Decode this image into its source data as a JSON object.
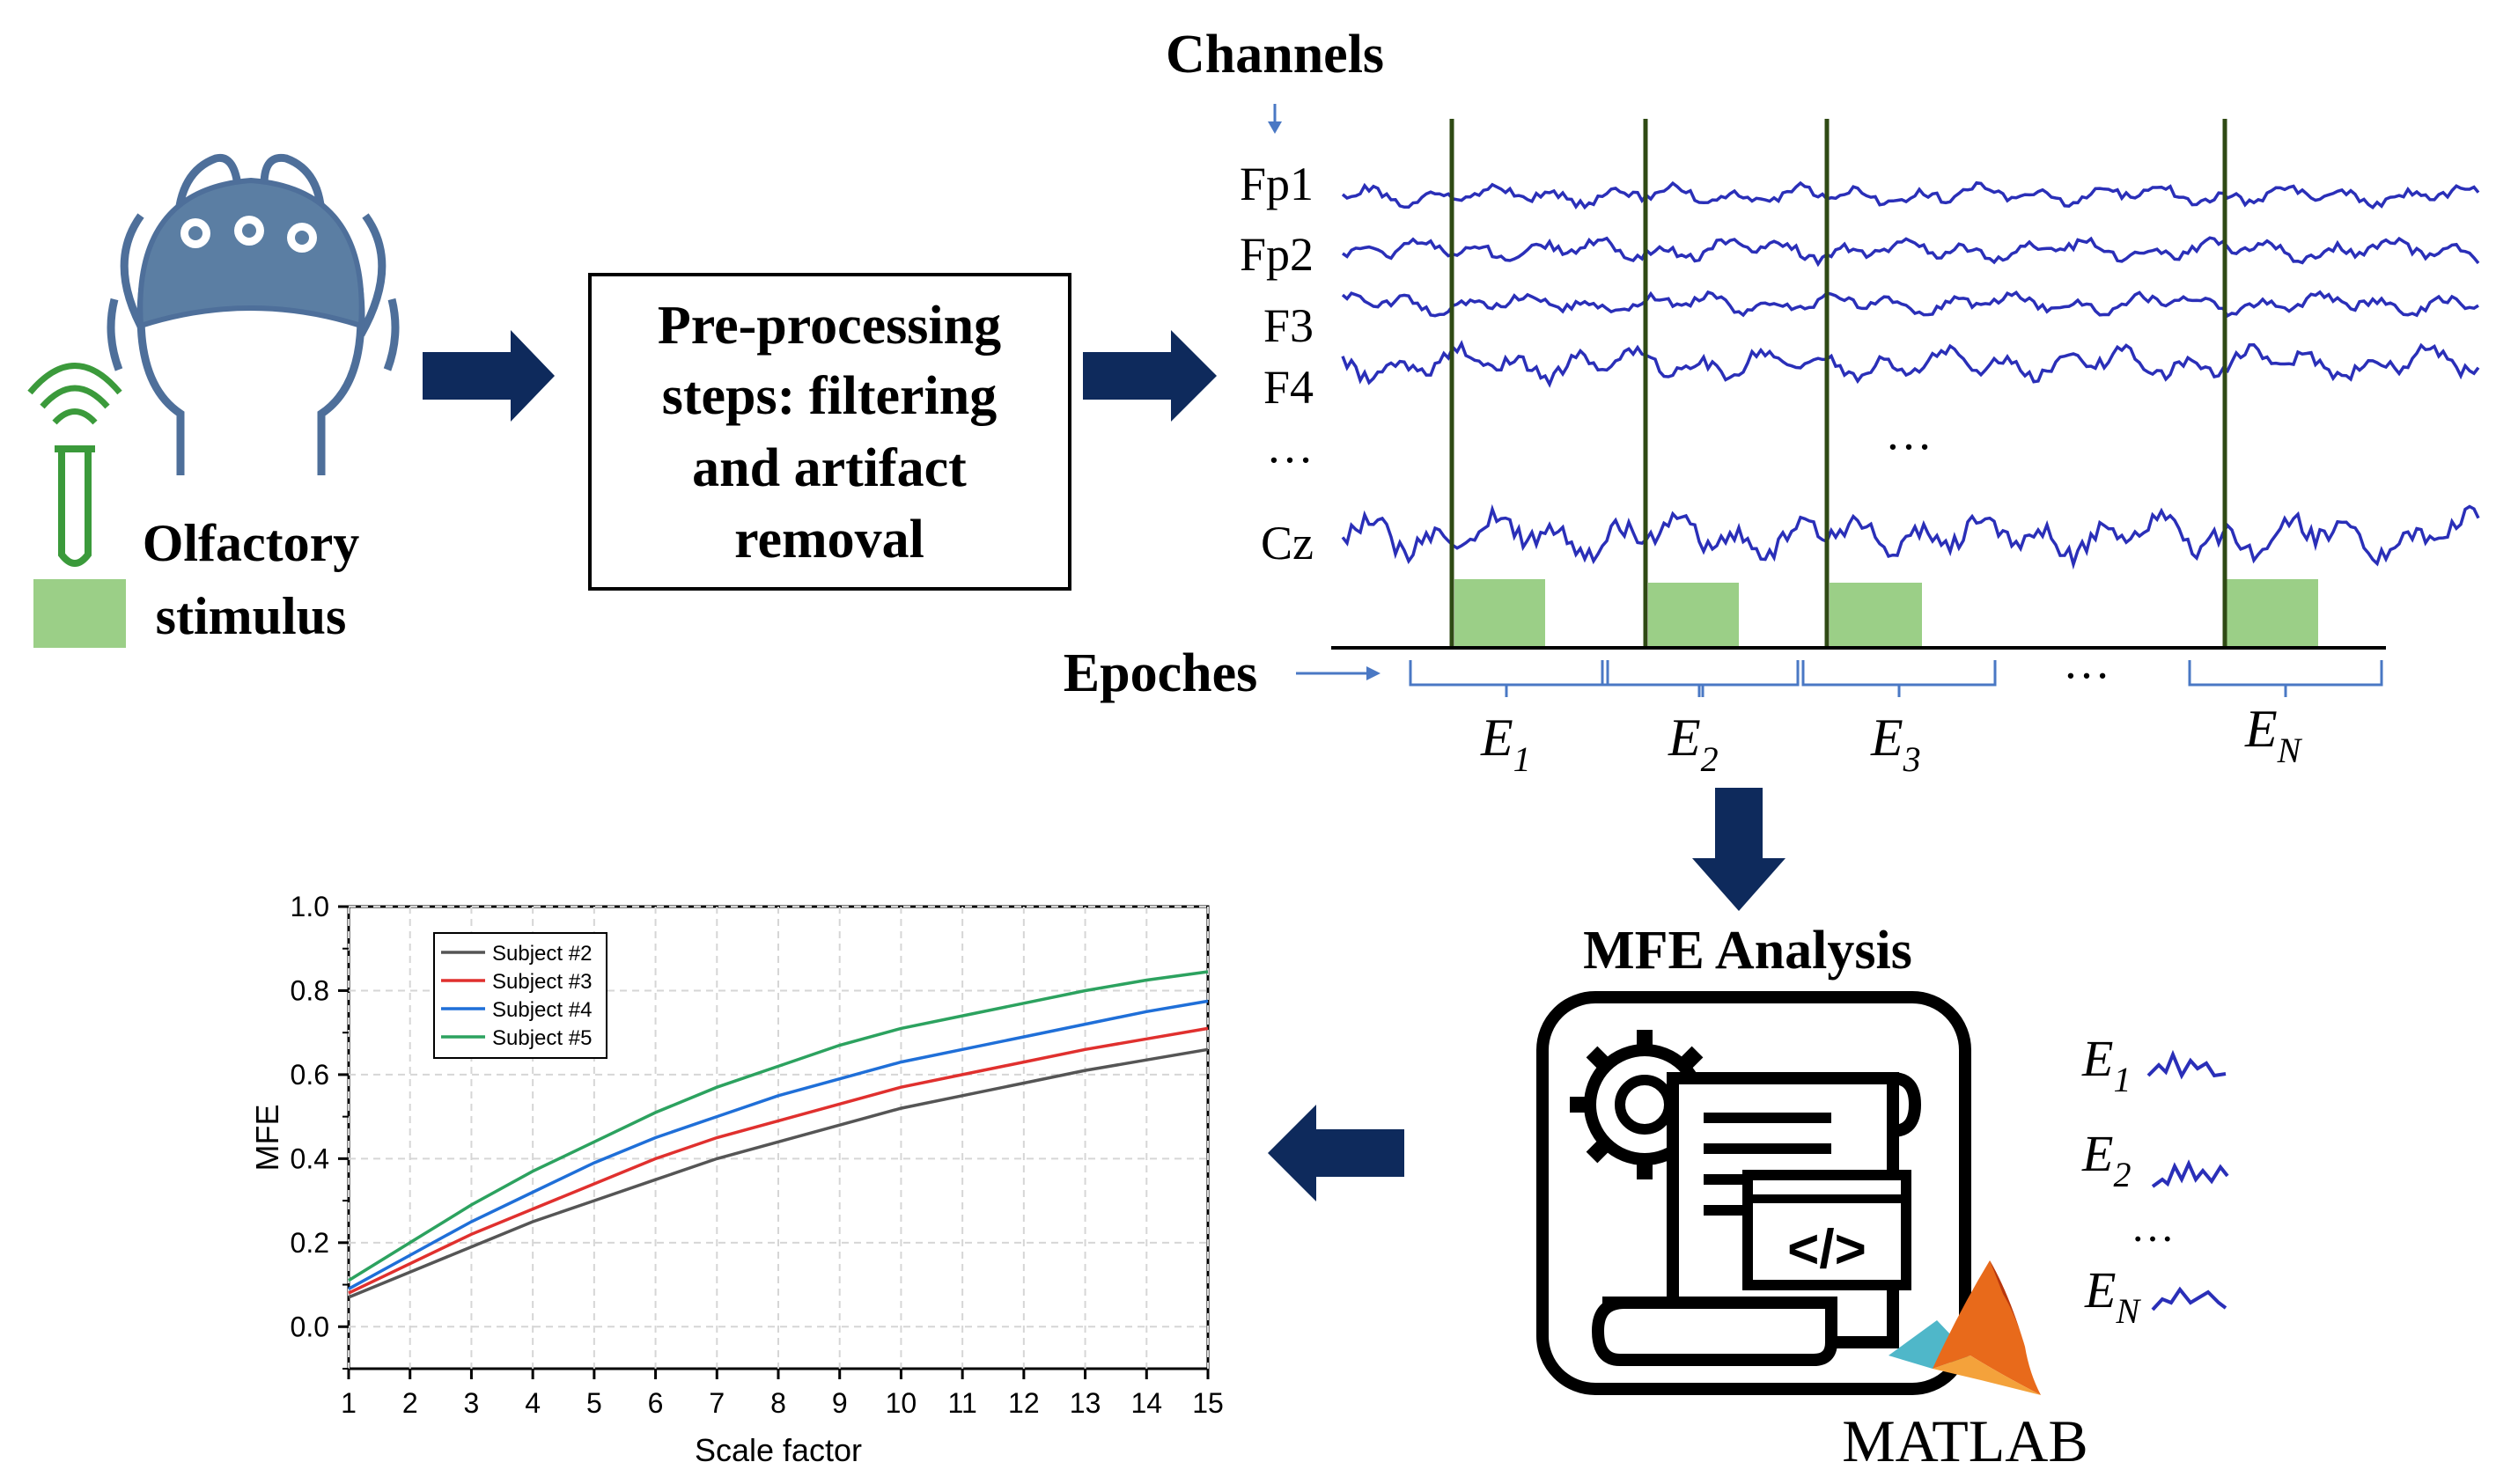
{
  "stimulus": {
    "label_line1": "Olfactory",
    "label_line2": "stimulus"
  },
  "preprocessing": {
    "lines": [
      "Pre-processing",
      "steps: filtering",
      "and artifact",
      "removal"
    ]
  },
  "eeg": {
    "channels_title": "Channels",
    "channels": [
      "Fp1",
      "Fp2",
      "F3",
      "F4",
      "…",
      "Cz"
    ],
    "middle_ellipsis": "…",
    "epochs_label": "Epoches",
    "epoch_ellipsis": "…",
    "epochs": [
      {
        "base": "E",
        "sub": "1"
      },
      {
        "base": "E",
        "sub": "2"
      },
      {
        "base": "E",
        "sub": "3"
      },
      {
        "base": "E",
        "sub": "N"
      }
    ]
  },
  "mfe": {
    "title": "MFE Analysis",
    "software": "MATLAB",
    "epoch_list": [
      {
        "base": "E",
        "sub": "1"
      },
      {
        "base": "E",
        "sub": "2"
      },
      {
        "base": "E",
        "sub": "N"
      }
    ],
    "epoch_list_ellipsis": "…"
  },
  "colors": {
    "arrow": "#0e2a5c",
    "eeg_trace": "#2a2fb8",
    "epoch_marker": "#2f4a14",
    "stimulus_block": "#9bcf87",
    "bracket": "#4a78c4"
  },
  "chart_data": {
    "type": "line",
    "xlabel": "Scale factor",
    "ylabel": "MFE",
    "xlim": [
      1,
      15
    ],
    "ylim": [
      -0.1,
      1.0
    ],
    "x_ticks": [
      1,
      2,
      3,
      4,
      5,
      6,
      7,
      8,
      9,
      10,
      11,
      12,
      13,
      14,
      15
    ],
    "y_ticks": [
      0.0,
      0.2,
      0.4,
      0.6,
      0.8,
      1.0
    ],
    "y_tick_labels": [
      "0.0",
      "0.2",
      "0.4",
      "0.6",
      "0.8",
      "1.0"
    ],
    "grid": true,
    "legend_position": "top-left",
    "x": [
      1,
      2,
      3,
      4,
      5,
      6,
      7,
      8,
      9,
      10,
      11,
      12,
      13,
      14,
      15
    ],
    "series": [
      {
        "name": "Subject #2",
        "color": "#555555",
        "values": [
          0.07,
          0.13,
          0.19,
          0.25,
          0.3,
          0.35,
          0.4,
          0.44,
          0.48,
          0.52,
          0.55,
          0.58,
          0.61,
          0.635,
          0.66
        ]
      },
      {
        "name": "Subject #3",
        "color": "#e0302e",
        "values": [
          0.08,
          0.15,
          0.22,
          0.28,
          0.34,
          0.4,
          0.45,
          0.49,
          0.53,
          0.57,
          0.6,
          0.63,
          0.66,
          0.685,
          0.71
        ]
      },
      {
        "name": "Subject #4",
        "color": "#1f6fd8",
        "values": [
          0.09,
          0.17,
          0.25,
          0.32,
          0.39,
          0.45,
          0.5,
          0.55,
          0.59,
          0.63,
          0.66,
          0.69,
          0.72,
          0.75,
          0.775
        ]
      },
      {
        "name": "Subject #5",
        "color": "#2ca25f",
        "values": [
          0.11,
          0.2,
          0.29,
          0.37,
          0.44,
          0.51,
          0.57,
          0.62,
          0.67,
          0.71,
          0.74,
          0.77,
          0.8,
          0.825,
          0.845
        ]
      }
    ]
  }
}
